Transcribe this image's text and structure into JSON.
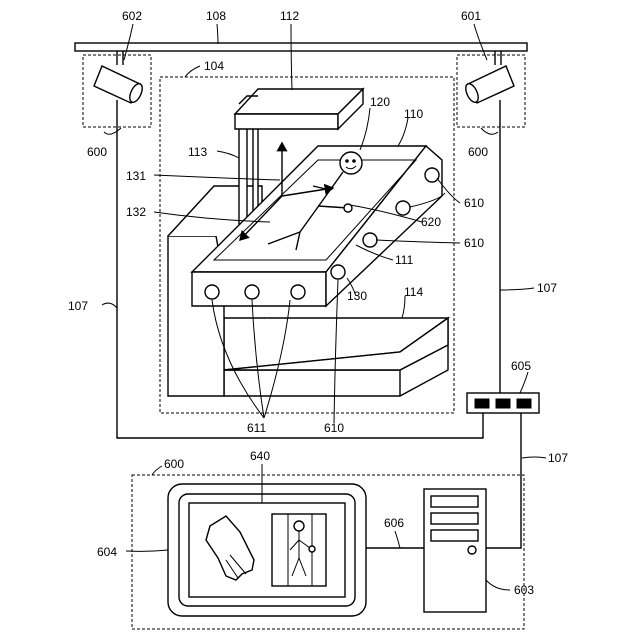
{
  "labels": {
    "rail": "108",
    "robot_dashed_box": "104",
    "top_head": "112",
    "camera_left": "602",
    "camera_right": "601",
    "unit_left": "600",
    "unit_right": "600",
    "arm": "113",
    "patient": "120",
    "table": "110",
    "ray_131": "131",
    "ray_132": "132",
    "cable_left": "107",
    "cable_right": "107",
    "marker_620": "620",
    "light_610_a": "610",
    "light_610_b": "610",
    "light_610_c": "610",
    "side_rail": "111",
    "ref_130": "130",
    "base": "114",
    "hub": "605",
    "lights_611": "611",
    "cable_lower": "107",
    "system_box": "600",
    "monitor": "640",
    "display": "604",
    "link_606": "606",
    "computer": "603"
  }
}
